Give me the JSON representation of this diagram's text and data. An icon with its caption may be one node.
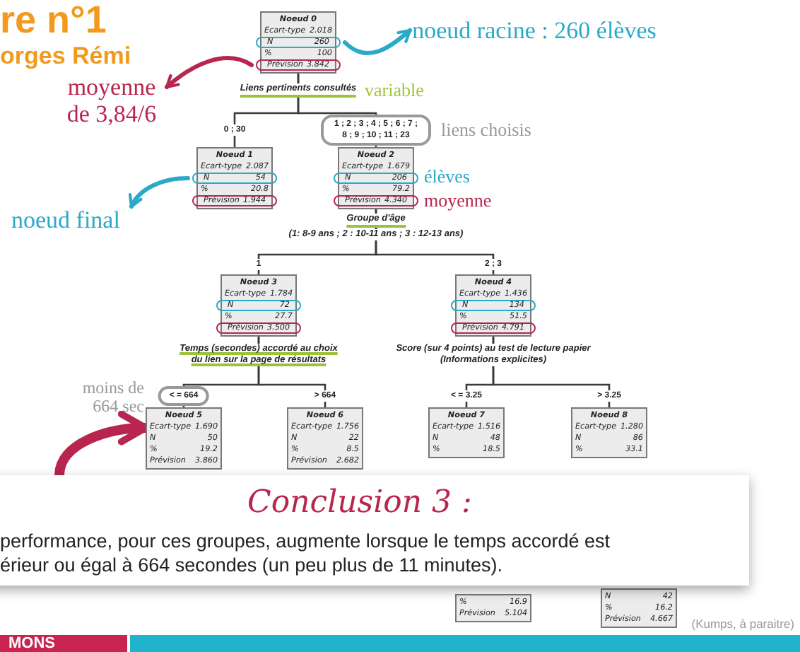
{
  "diagram": {
    "nodes": [
      {
        "text": [
          "Noeud 0",
          "Ecart-type",
          "2.018",
          "N",
          "260",
          "%",
          "100",
          "Prévision",
          "3.842"
        ]
      },
      {
        "text": [
          "Noeud 1",
          "Ecart-type",
          "2.087",
          "N",
          "54",
          "%",
          "20.8",
          "Prévision",
          "1.944"
        ]
      },
      {
        "text": [
          "Noeud 2",
          "Ecart-type",
          "1.679",
          "N",
          "206",
          "%",
          "79.2",
          "Prévision",
          "4.340"
        ],
        "beside": [
          "élèves",
          "moyenne"
        ]
      },
      {
        "text": [
          "Noeud 3",
          "Ecart-type",
          "1.784",
          "N",
          "72",
          "%",
          "27.7",
          "Prévision",
          "3.500"
        ]
      },
      {
        "text": [
          "Noeud 4",
          "Ecart-type",
          "1.436",
          "N",
          "134",
          "%",
          "51.5",
          "Prévision",
          "4.791"
        ]
      },
      {
        "text": [
          "Noeud 5",
          "Ecart-type",
          "1.690",
          "N",
          "50",
          "%",
          "19.2",
          "Prévision",
          "3.860"
        ]
      },
      {
        "text": [
          "Noeud 6",
          "Ecart-type",
          "1.756",
          "N",
          "22",
          "%",
          "8.5",
          "Prévision",
          "2.682"
        ]
      },
      {
        "text": [
          "Noeud 7",
          "Ecart-type",
          "1.516",
          "N",
          "48",
          "%",
          "18.5"
        ]
      },
      {
        "text": [
          "Noeud 8",
          "Ecart-type",
          "1.280",
          "N",
          "86",
          "%",
          "33.1"
        ]
      },
      {
        "text": [
          "%",
          "16.9",
          "Prévision",
          "5.104"
        ]
      },
      {
        "text": [
          "N",
          "42",
          "%",
          "16.2",
          "Prévision",
          "4.667"
        ]
      },
      {
        "text": [
          "noeud racine : 260 élèves"
        ]
      },
      {
        "text": [
          "moyenne de 3,84/6"
        ]
      },
      {
        "text": [
          "noeud final"
        ]
      },
      {
        "text": [
          "Conclusion 3 :",
          "performance, pour ces groupes, augmente lorsque le temps accordé est érieur ou égal à 664 secondes (un peu plus de 11 minutes)."
        ]
      }
    ],
    "edges": [
      {
        "from": 0,
        "to": 1,
        "arrow": "none",
        "label": "0 ; 30"
      },
      {
        "from": 0,
        "to": 2,
        "arrow": "none",
        "label": "1 ; 2 ; 3 ; 4 ; 5 ; 6 ; 7 ; 8 ; 9 ; 10 ; 11 ; 23"
      },
      {
        "from": 2,
        "to": 3,
        "arrow": "none",
        "label": "1"
      },
      {
        "from": 2,
        "to": 4,
        "arrow": "none",
        "label": "2 ; 3"
      },
      {
        "from": 3,
        "to": 5,
        "arrow": "none",
        "label": "< = 664"
      },
      {
        "from": 3,
        "to": 6,
        "arrow": "none",
        "label": "> 664"
      },
      {
        "from": 4,
        "to": 7,
        "arrow": "none",
        "label": "< = 3.25"
      },
      {
        "from": 4,
        "to": 8,
        "arrow": "none",
        "label": "> 3.25"
      },
      {
        "from": 0,
        "to": 11,
        "arrow": "to",
        "style": "thick",
        "color": "#2aa9c9"
      },
      {
        "from": 0,
        "to": 12,
        "arrow": "to",
        "style": "thick",
        "color": "#b8264f"
      },
      {
        "from": 1,
        "to": 13,
        "arrow": "to",
        "style": "thick",
        "color": "#2aa9c9"
      },
      {
        "from": 14,
        "to": 5,
        "arrow": "to",
        "style": "thick",
        "color": "#b8264f"
      }
    ],
    "labels": [
      "re n°1",
      "orges Rémi",
      "Liens pertinents consultés",
      "variable",
      "liens choisis",
      "Groupe d'âge",
      "(1: 8-9 ans ; 2 : 10-11 ans ; 3 : 12-13 ans)",
      "moins de 664 sec",
      "Temps (secondes) accordé au choix du lien sur la page de résultats",
      "Score (sur 4 points) au test de lecture papier (Informations explicites)",
      "(Kumps, à paraitre)",
      "MONS"
    ]
  }
}
